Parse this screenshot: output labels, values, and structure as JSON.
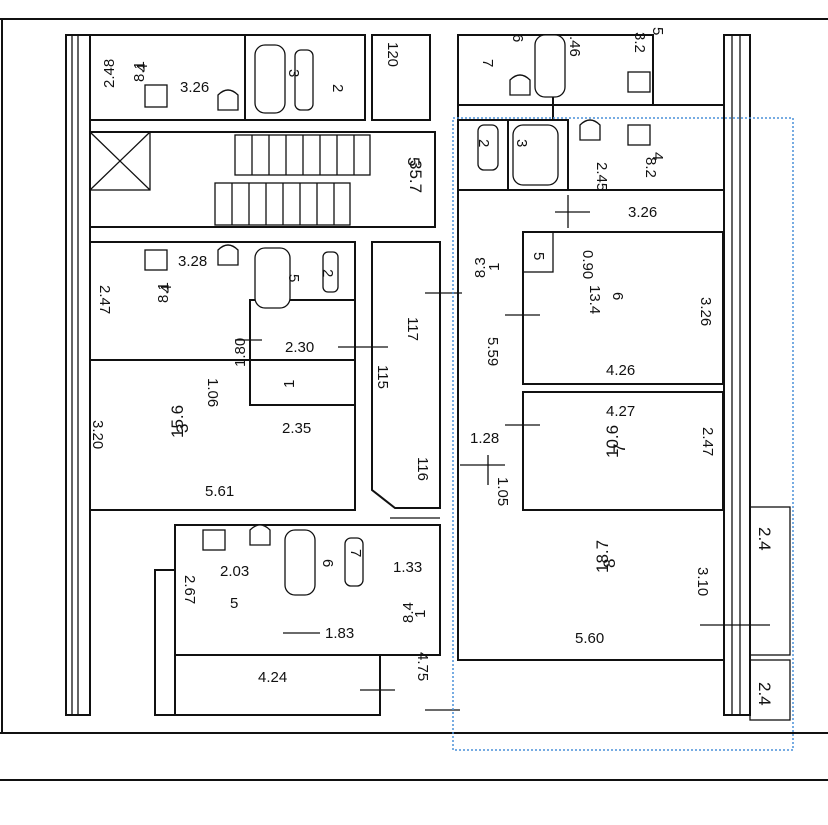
{
  "plan": {
    "header_text": "",
    "labels": [
      {
        "id": "l1",
        "text": "2.48"
      },
      {
        "id": "l2",
        "text": "4"
      },
      {
        "id": "l3",
        "text": "8.1"
      },
      {
        "id": "l4",
        "text": "3.26"
      },
      {
        "id": "l5",
        "text": "3"
      },
      {
        "id": "l6",
        "text": "2"
      },
      {
        "id": "l7",
        "text": "120"
      },
      {
        "id": "l8",
        "text": "6"
      },
      {
        "id": "l9",
        "text": "7"
      },
      {
        "id": "l10",
        "text": ".46"
      },
      {
        "id": "l11",
        "text": "5"
      },
      {
        "id": "l12",
        "text": "3.2"
      },
      {
        "id": "l13",
        "text": "5"
      },
      {
        "id": "l14",
        "text": "35.7"
      },
      {
        "id": "l15",
        "text": "2"
      },
      {
        "id": "l16",
        "text": "3"
      },
      {
        "id": "l17",
        "text": "2.45"
      },
      {
        "id": "l18",
        "text": "4"
      },
      {
        "id": "l19",
        "text": "8.2"
      },
      {
        "id": "l20",
        "text": "3.26"
      },
      {
        "id": "l21",
        "text": "3.28"
      },
      {
        "id": "l22",
        "text": "5"
      },
      {
        "id": "l23",
        "text": "2"
      },
      {
        "id": "l24",
        "text": "0.90"
      },
      {
        "id": "l25",
        "text": "2.47"
      },
      {
        "id": "l26",
        "text": "4"
      },
      {
        "id": "l27",
        "text": "8.1"
      },
      {
        "id": "l28",
        "text": "1"
      },
      {
        "id": "l29",
        "text": "8.3"
      },
      {
        "id": "l30",
        "text": "5"
      },
      {
        "id": "l31",
        "text": "117"
      },
      {
        "id": "l32",
        "text": "6"
      },
      {
        "id": "l33",
        "text": "13.4"
      },
      {
        "id": "l34",
        "text": "3.26"
      },
      {
        "id": "l35",
        "text": "2.30"
      },
      {
        "id": "l36",
        "text": "1.80"
      },
      {
        "id": "l37",
        "text": "1"
      },
      {
        "id": "l38",
        "text": "115"
      },
      {
        "id": "l39",
        "text": "5.59"
      },
      {
        "id": "l40",
        "text": "4.26"
      },
      {
        "id": "l41",
        "text": "1.06"
      },
      {
        "id": "l42",
        "text": "3"
      },
      {
        "id": "l43",
        "text": "15.6"
      },
      {
        "id": "l44",
        "text": "2.35"
      },
      {
        "id": "l45",
        "text": "4.27"
      },
      {
        "id": "l46",
        "text": "7"
      },
      {
        "id": "l47",
        "text": "10.6"
      },
      {
        "id": "l48",
        "text": "2.47"
      },
      {
        "id": "l49",
        "text": "3.20"
      },
      {
        "id": "l50",
        "text": "1.28"
      },
      {
        "id": "l51",
        "text": "116"
      },
      {
        "id": "l52",
        "text": "1.05"
      },
      {
        "id": "l53",
        "text": "5.61"
      },
      {
        "id": "l54",
        "text": "2.4"
      },
      {
        "id": "l55",
        "text": "8"
      },
      {
        "id": "l56",
        "text": "18.7"
      },
      {
        "id": "l57",
        "text": "2.03"
      },
      {
        "id": "l58",
        "text": "6"
      },
      {
        "id": "l59",
        "text": "7"
      },
      {
        "id": "l60",
        "text": "1.33"
      },
      {
        "id": "l61",
        "text": "3.10"
      },
      {
        "id": "l62",
        "text": "2.67"
      },
      {
        "id": "l63",
        "text": "5"
      },
      {
        "id": "l64",
        "text": "1.83"
      },
      {
        "id": "l65",
        "text": "1"
      },
      {
        "id": "l66",
        "text": "8.4"
      },
      {
        "id": "l67",
        "text": "4.75"
      },
      {
        "id": "l68",
        "text": "5.60"
      },
      {
        "id": "l69",
        "text": "4.24"
      },
      {
        "id": "l70",
        "text": "2.4"
      }
    ]
  }
}
